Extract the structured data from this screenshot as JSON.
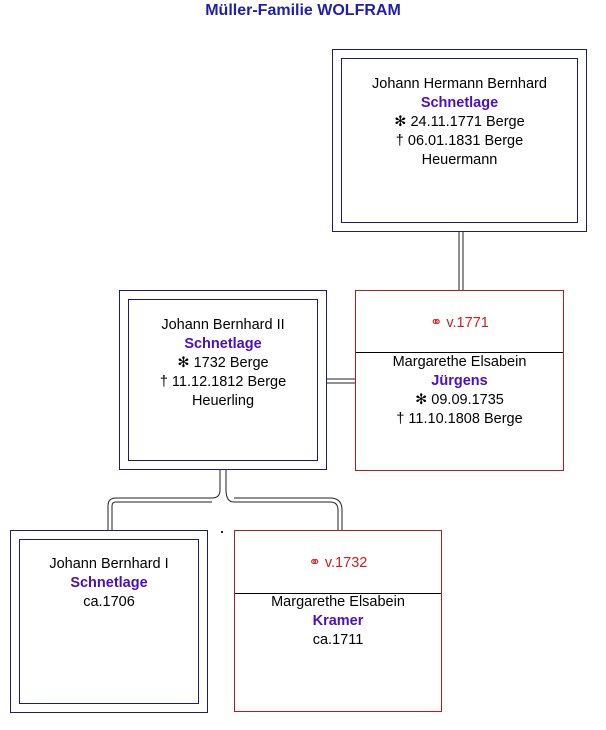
{
  "title": "Müller-Familie WOLFRAM",
  "persons": {
    "father": {
      "given": "Johann Hermann Bernhard",
      "surname": "Schnetlage",
      "birth": "✻  24.11.1771 Berge",
      "death": "†  06.01.1831 Berge",
      "occupation": "Heuermann"
    },
    "grandfather": {
      "given": "Johann Bernhard II",
      "surname": "Schnetlage",
      "birth": "✻  1732 Berge",
      "death": "†  11.12.1812 Berge",
      "occupation": "Heuerling"
    },
    "grandmother": {
      "marriage": "v.1771",
      "given": "Margarethe Elsabein",
      "surname": "Jürgens",
      "birth": "✻  09.09.1735",
      "death": "†  11.10.1808 Berge"
    },
    "great_grandfather": {
      "given": "Johann Bernhard I",
      "surname": "Schnetlage",
      "birth": "ca.1706"
    },
    "great_grandmother": {
      "marriage": "v.1732",
      "given": "Margarethe Elsabein",
      "surname": "Kramer",
      "birth": "ca.1711"
    }
  },
  "colors": {
    "title": "#1f1fa8",
    "person_border": "#1a1a80",
    "spouse_border": "#b21e1e",
    "surname": "#4a0fbf",
    "marriage": "#d41c1c"
  },
  "icons": {
    "marriage": "marriage-rings-icon",
    "birth": "birth-star-icon",
    "death": "death-dagger-icon"
  }
}
